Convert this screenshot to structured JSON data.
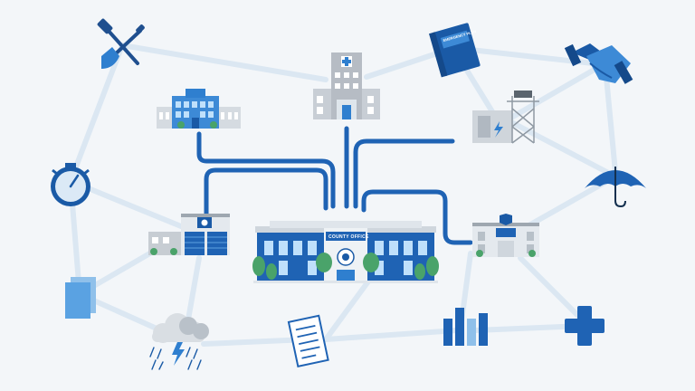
{
  "diagram": {
    "center_building_sign": "COUNTY OFFICE",
    "emergency_plan_text": "EMERGENCY PLAN",
    "colors": {
      "background": "#f3f6f9",
      "network_line": "#dbe7f2",
      "pipe": "#1f63b4",
      "primary_blue": "#2f7fcf",
      "dark_blue": "#1a5aa6",
      "light_blue": "#8fc0ea",
      "grey": "#b9c1c9"
    },
    "nodes": [
      {
        "name": "tools",
        "icon": "hammer-shovel-icon"
      },
      {
        "name": "office-building",
        "icon": "office-building-icon"
      },
      {
        "name": "hospital",
        "icon": "hospital-icon"
      },
      {
        "name": "emergency-plan",
        "icon": "emergency-plan-binder-icon"
      },
      {
        "name": "handshake",
        "icon": "handshake-icon"
      },
      {
        "name": "power-substation",
        "icon": "power-substation-icon"
      },
      {
        "name": "stopwatch",
        "icon": "stopwatch-icon"
      },
      {
        "name": "umbrella",
        "icon": "umbrella-icon"
      },
      {
        "name": "fire-station",
        "icon": "fire-station-icon"
      },
      {
        "name": "county-office",
        "icon": "county-office-icon"
      },
      {
        "name": "police-station",
        "icon": "police-station-icon"
      },
      {
        "name": "documents",
        "icon": "documents-icon"
      },
      {
        "name": "storm",
        "icon": "storm-cloud-icon"
      },
      {
        "name": "checklist",
        "icon": "checklist-icon"
      },
      {
        "name": "bar-chart",
        "icon": "bar-chart-icon"
      },
      {
        "name": "medical-cross",
        "icon": "medical-cross-icon"
      }
    ]
  }
}
